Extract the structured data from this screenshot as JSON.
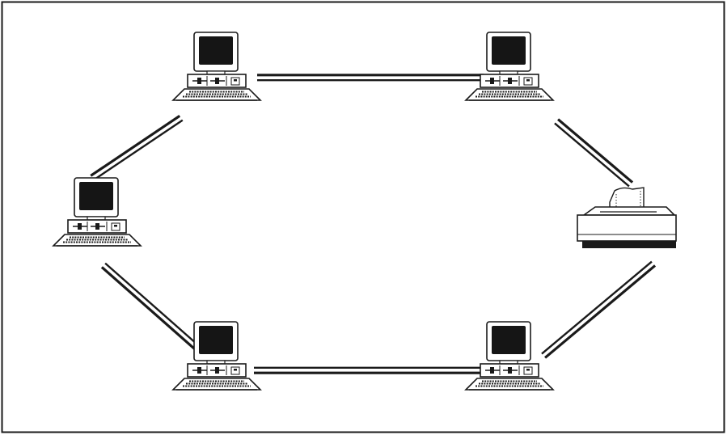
{
  "diagram": {
    "kind": "ring-network",
    "colors": {
      "ink": "#1a1a1a",
      "screen": "#151515",
      "paper": "#ffffff"
    },
    "nodes": [
      {
        "id": "pc-top-left",
        "type": "computer",
        "icon": "computer-icon"
      },
      {
        "id": "pc-top-right",
        "type": "computer",
        "icon": "computer-icon"
      },
      {
        "id": "printer-right",
        "type": "printer",
        "icon": "printer-icon"
      },
      {
        "id": "pc-bottom-right",
        "type": "computer",
        "icon": "computer-icon"
      },
      {
        "id": "pc-bottom-left",
        "type": "computer",
        "icon": "computer-icon"
      },
      {
        "id": "pc-left",
        "type": "computer",
        "icon": "computer-icon"
      }
    ],
    "links": [
      {
        "from": "pc-top-left",
        "to": "pc-top-right"
      },
      {
        "from": "pc-top-right",
        "to": "printer-right"
      },
      {
        "from": "printer-right",
        "to": "pc-bottom-right"
      },
      {
        "from": "pc-bottom-right",
        "to": "pc-bottom-left"
      },
      {
        "from": "pc-bottom-left",
        "to": "pc-left"
      },
      {
        "from": "pc-left",
        "to": "pc-top-left"
      }
    ]
  }
}
